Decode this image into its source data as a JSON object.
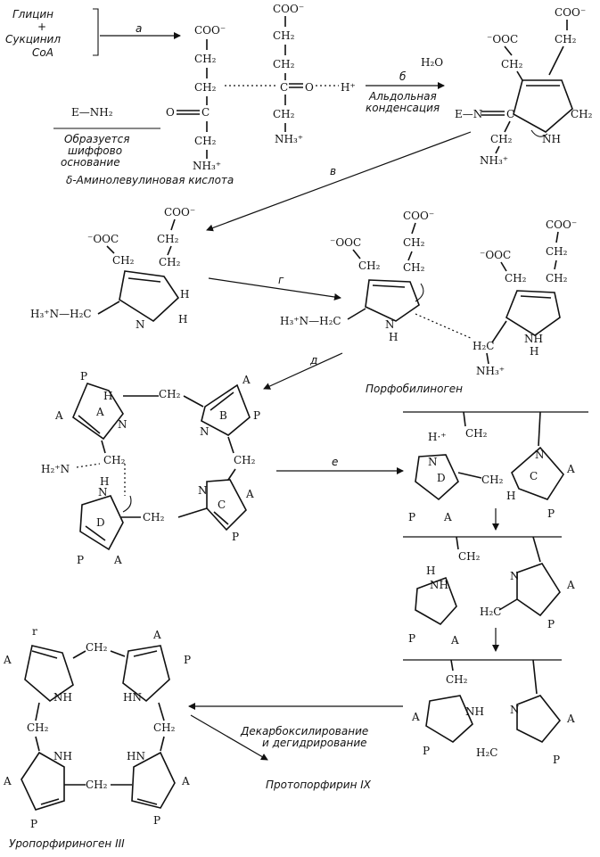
{
  "reactants": {
    "glycine": "Глицин",
    "plus": "+",
    "succinyl_line1": "Сукцинил",
    "succinyl_line2": "CoA"
  },
  "step_labels": {
    "a": "а",
    "b": "б",
    "v": "в",
    "g": "г",
    "d": "д",
    "e": "е"
  },
  "groups": {
    "coo_minus": "COO⁻",
    "minus_ooc": "⁻OOC",
    "ch2": "CH₂",
    "carbonyl_o": "O",
    "nh3_plus": "NH₃⁺",
    "h_plus": "H⁺",
    "h2o": "H₂O",
    "e_nh2": "E—NH₂",
    "e_n": "E—N",
    "c": "C",
    "nh": "NH",
    "n": "N",
    "h": "H",
    "h3n_h2c": "H₃⁺N—H₂C",
    "h2c": "H₂C",
    "h2n_plus": "H₂⁺N",
    "p": "P",
    "a": "A",
    "hn": "HN",
    "h_plus_n": "H·⁺"
  },
  "rings": {
    "a": "A",
    "b": "B",
    "c": "C",
    "d": "D"
  },
  "labels": {
    "schiff_line1": "Образуется",
    "schiff_line2": "шиффово",
    "schiff_line3": "основание",
    "ala": "δ-Аминолевулиновая кислота",
    "aldol_line1": "Альдольная",
    "aldol_line2": "конденсация",
    "porphobilinogen": "Порфобилиноген",
    "uroporphyrinogen": "Уропорфириноген III",
    "decarb_line1": "Декарбоксилирование",
    "decarb_line2": "и дегидрирование",
    "protoporphyrin": "Протопорфирин IX",
    "ring_f": "r"
  }
}
